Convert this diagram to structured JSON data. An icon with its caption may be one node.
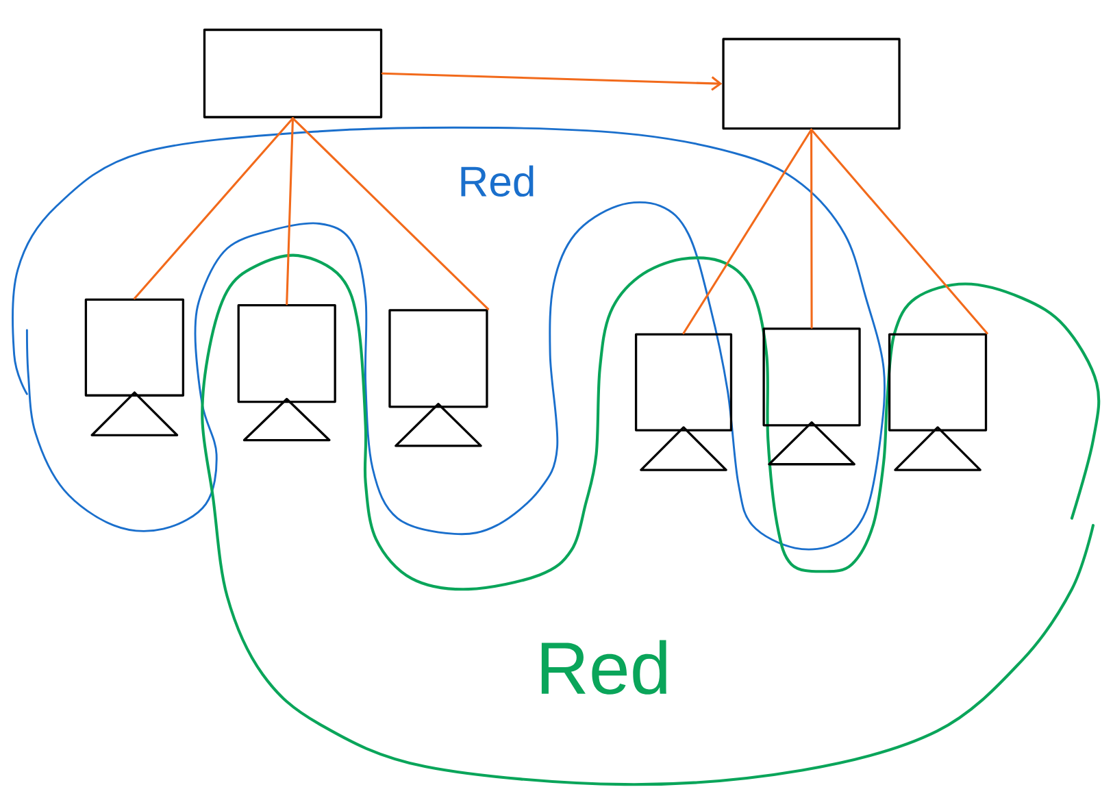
{
  "diagram": {
    "nodes": [
      {
        "text": [],
        "shape": "box"
      },
      {
        "text": [],
        "shape": "box"
      },
      {
        "text": [],
        "shape": "screen"
      },
      {
        "text": [],
        "shape": "screen"
      },
      {
        "text": [],
        "shape": "screen"
      },
      {
        "text": [],
        "shape": "screen"
      },
      {
        "text": [],
        "shape": "screen"
      },
      {
        "text": [],
        "shape": "screen"
      }
    ],
    "edges": [
      {
        "from": 0,
        "to": 1,
        "arrow": "to"
      },
      {
        "from": 0,
        "to": 2,
        "arrow": "none"
      },
      {
        "from": 0,
        "to": 3,
        "arrow": "none"
      },
      {
        "from": 0,
        "to": 4,
        "arrow": "none"
      },
      {
        "from": 1,
        "to": 5,
        "arrow": "none"
      },
      {
        "from": 1,
        "to": 6,
        "arrow": "none"
      },
      {
        "from": 1,
        "to": 7,
        "arrow": "none"
      }
    ],
    "labels": [
      "Red",
      "Red"
    ]
  }
}
